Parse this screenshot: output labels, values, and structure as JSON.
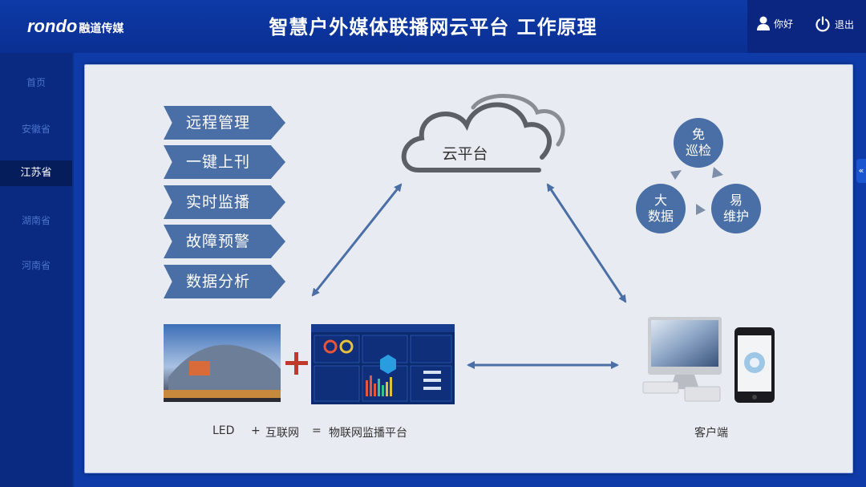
{
  "header": {
    "logo_mark": "rondo",
    "logo_cn": "融道传媒",
    "title": "智慧户外媒体联播网云平台 工作原理",
    "user_label": "你好",
    "logout_label": "退出"
  },
  "sidebar": {
    "items": [
      {
        "label": "首页"
      },
      {
        "label": "安徽省"
      },
      {
        "label": "江苏省"
      },
      {
        "label": "湖南省"
      },
      {
        "label": "河南省"
      }
    ],
    "active_index": 2
  },
  "diagram": {
    "features": [
      "远程管理",
      "一键上刊",
      "实时监播",
      "故障预警",
      "数据分析"
    ],
    "cloud": "云平台",
    "cycle": {
      "top": [
        "免",
        "巡检"
      ],
      "left": [
        "大",
        "数据"
      ],
      "right": [
        "易",
        "维护"
      ]
    },
    "equation": {
      "led": "LED",
      "plus": "+",
      "internet": "互联网",
      "equals": "=",
      "result": "物联网监播平台"
    },
    "client_label": "客户端"
  },
  "colors": {
    "header_bg": "#0d3aa6",
    "panel_bg": "#e8ebf1",
    "accent": "#4a6ea6",
    "arrow": "#4a6ea6",
    "plus": "#c0392b"
  }
}
